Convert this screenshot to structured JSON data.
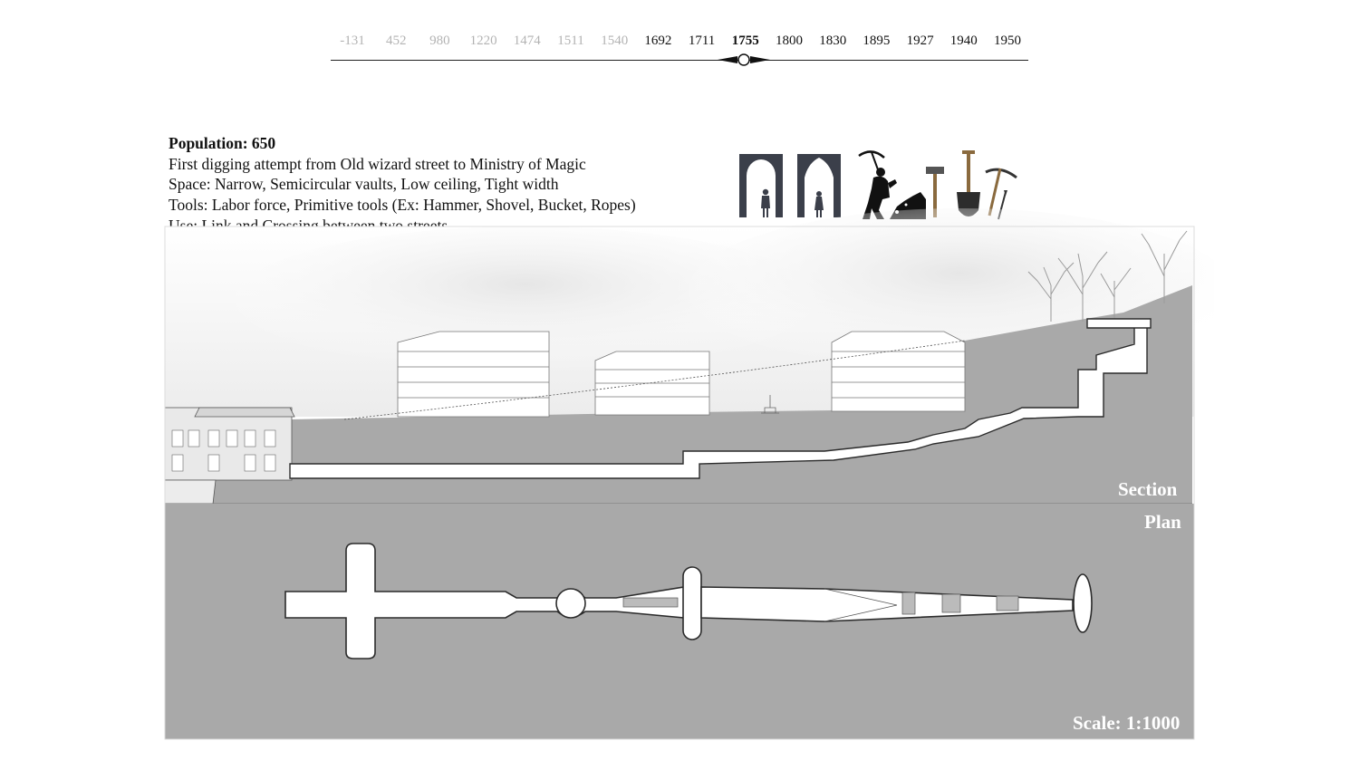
{
  "timeline": {
    "years": [
      "-131",
      "452",
      "980",
      "1220",
      "1474",
      "1511",
      "1540",
      "1692",
      "1711",
      "1755",
      "1800",
      "1830",
      "1895",
      "1927",
      "1940",
      "1950"
    ],
    "current_index": 9,
    "past_count": 7
  },
  "info": {
    "population": "Population: 650",
    "description": "First digging attempt from Old wizard street to Ministry of  Magic",
    "space": "Space: Narrow, Semicircular vaults, Low ceiling, Tight width",
    "tools": "Tools: Labor force, Primitive tools (Ex: Hammer, Shovel, Bucket, Ropes)",
    "use": "Use: Link and Crossing between two streets"
  },
  "icons": [
    "semicircular-vault-icon",
    "pointed-vault-icon",
    "digging-worker-icon",
    "hammer-icon",
    "shovel-icon",
    "pickaxe-icon"
  ],
  "labels": {
    "section": "Section",
    "plan": "Plan",
    "scale": "Scale: 1:1000"
  },
  "colors": {
    "ground": "#a9a9a9",
    "tunnel": "#ffffff",
    "outline": "#2b2b2b",
    "past_year": "#b3b3b3",
    "icon_dark": "#3b3f4a"
  }
}
